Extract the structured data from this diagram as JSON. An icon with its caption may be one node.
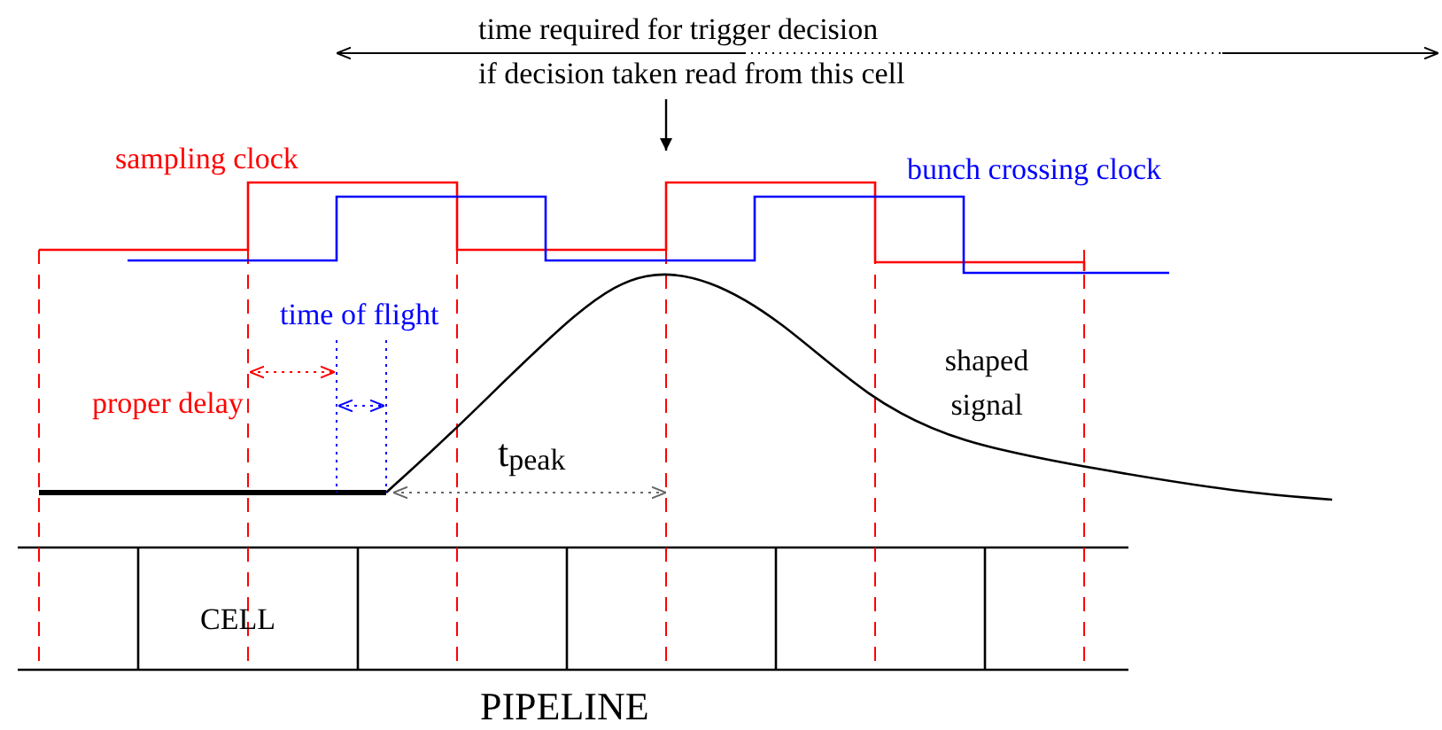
{
  "diagram": {
    "nodes": [
      {
        "text": [
          "if decision taken read from this cell"
        ]
      },
      {
        "text": [],
        "shape": "waveform",
        "beside": [
          "sampling clock"
        ]
      }
    ],
    "edges": [
      {
        "from": 0,
        "to": 1,
        "arrow": "to"
      }
    ],
    "labels": [
      "time required for trigger decision",
      "bunch crossing clock",
      "time of flight",
      "shaped signal",
      "proper delay",
      "t$_{peak}$",
      "CELL",
      "PIPELINE"
    ]
  }
}
